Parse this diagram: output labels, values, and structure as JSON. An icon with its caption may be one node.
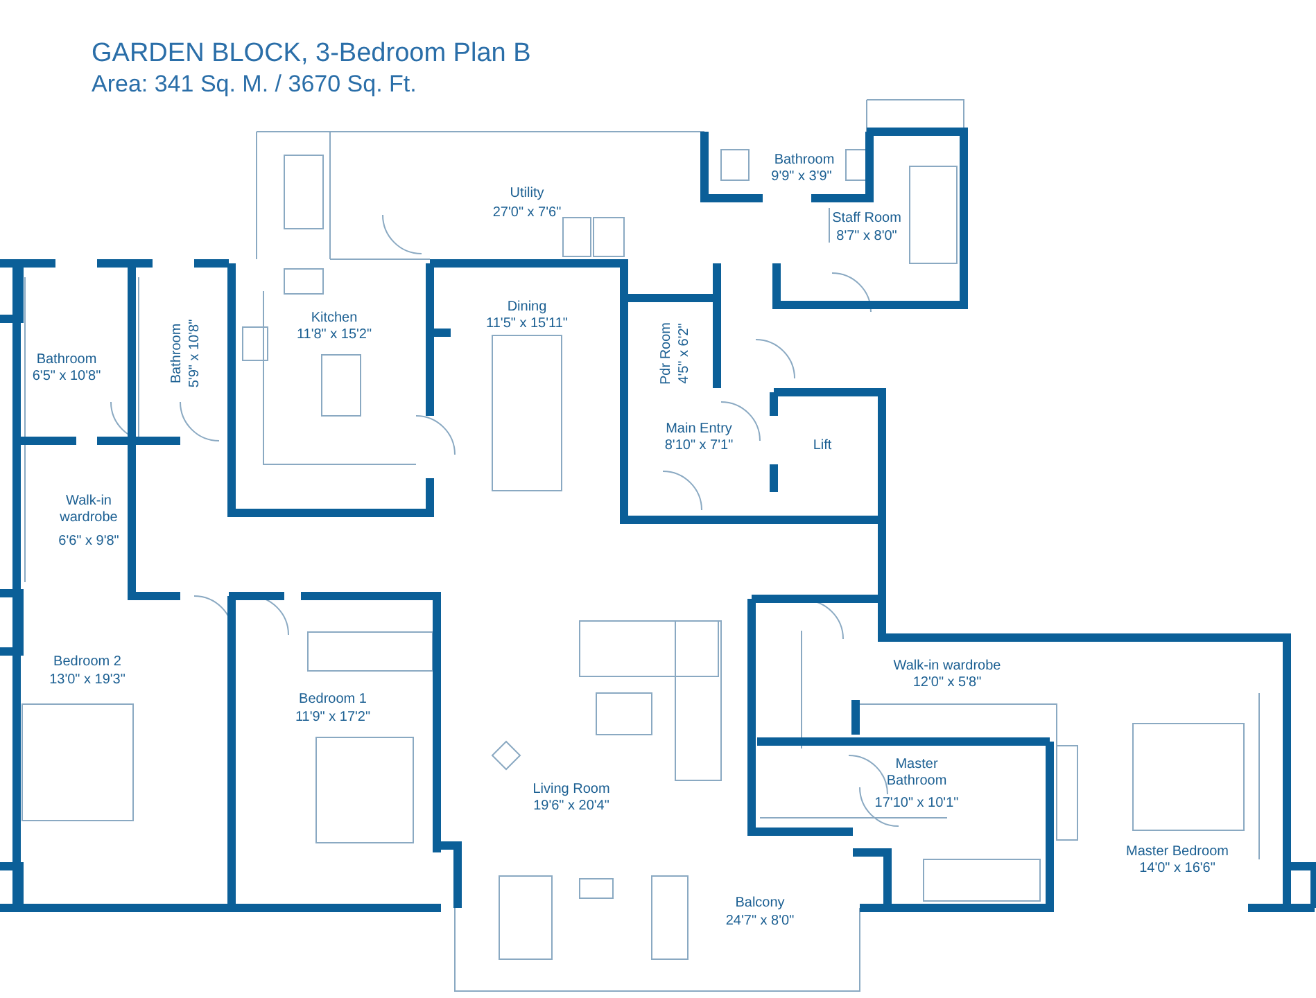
{
  "diagram": {
    "title": "GARDEN BLOCK, 3-Bedroom Plan B",
    "labels": [
      "Area:  341 Sq. M. / 3670 Sq. Ft.",
      "Utility",
      "27'0\" x 7'6\"",
      "Bathroom",
      "9'9\" x 3'9\"",
      "Staff Room",
      "8'7\" x 8'0\"",
      "Kitchen",
      "11'8\" x 15'2\"",
      "Dining",
      "11'5\" x 15'11\"",
      "Bathroom",
      "6'5\" x 10'8\"",
      "Bathroom",
      "5'9\" x 10'8\"",
      "Pdr Room",
      "4'5\" x 6'2\"",
      "Main Entry",
      "8'10\" x 7'1\"",
      "Lift",
      "Walk-in wardrobe",
      "6'6\" x 9'8\"",
      "Bedroom 2",
      "13'0\" x 19'3\"",
      "Bedroom 1",
      "11'9\" x 17'2\"",
      "Walk-in wardrobe",
      "12'0\" x 5'8\"",
      "Master Bathroom",
      "17'10\" x 10'1\"",
      "Living Room",
      "19'6\" x 20'4\"",
      "Master Bedroom",
      "14'0\" x 16'6\"",
      "Balcony",
      "24'7\" x 8'0\""
    ]
  }
}
